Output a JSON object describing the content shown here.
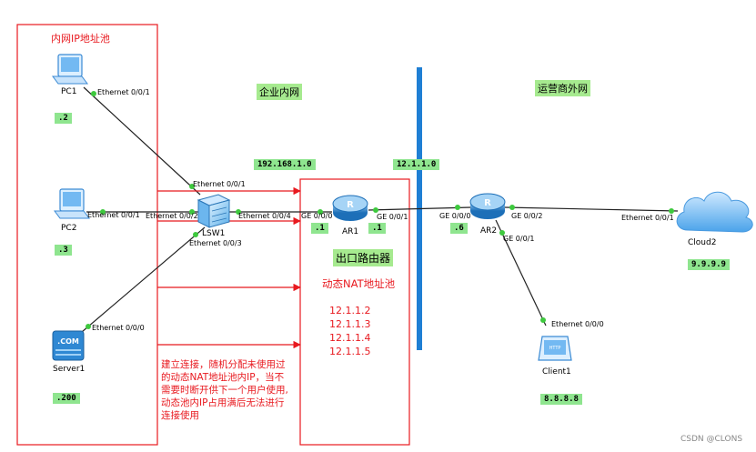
{
  "zones": {
    "inner_pool": "内网IP地址池",
    "enterprise": "企业内网",
    "isp": "运营商外网",
    "router_box": "出口路由器",
    "nat_pool_title": "动态NAT地址池"
  },
  "nat_pool_ips": [
    "12.1.1.2",
    "12.1.1.3",
    "12.1.1.4",
    "12.1.1.5"
  ],
  "note_lines": [
    "建立连接，随机分配未使用过",
    "的动态NAT地址池内IP，当不",
    "需要时断开供下一个用户使用,",
    "动态池内IP占用满后无法进行",
    "连接使用"
  ],
  "networks": {
    "lan": "192.168.1.0",
    "wan": "12.1.1.0"
  },
  "devices": {
    "pc1": {
      "name": "PC1",
      "ip": ".2"
    },
    "pc2": {
      "name": "PC2",
      "ip": ".3"
    },
    "server1": {
      "name": "Server1",
      "ip": ".200"
    },
    "lsw1": {
      "name": "LSW1"
    },
    "ar1": {
      "name": "AR1",
      "ip_left": ".1",
      "ip_right": ".1"
    },
    "ar2": {
      "name": "AR2",
      "ip": ".6"
    },
    "cloud2": {
      "name": "Cloud2",
      "ip": "9.9.9.9"
    },
    "client1": {
      "name": "Client1",
      "ip": "8.8.8.8"
    }
  },
  "ports": {
    "pc1": "Ethernet 0/0/1",
    "pc2": "Ethernet 0/0/1",
    "server1": "Ethernet 0/0/0",
    "lsw1_top": "Ethernet 0/0/1",
    "lsw1_left": "Ethernet 0/0/2",
    "lsw1_bottom": "Ethernet 0/0/3",
    "lsw1_right": "Ethernet 0/0/4",
    "ar1_left": "GE 0/0/0",
    "ar1_right": "GE 0/0/1",
    "ar2_left": "GE 0/0/0",
    "ar2_right": "GE 0/0/2",
    "ar2_bottom": "GE 0/0/1",
    "cloud2": "Ethernet 0/0/1",
    "client1": "Ethernet 0/0/0"
  },
  "router_glyph": "R",
  "server_glyph": ".COM",
  "client_glyph": "HTTP",
  "watermark": "CSDN @CLONS",
  "colors": {
    "annotation_red": "#e8191f",
    "label_green": "#8fe58f",
    "border_blue": "#1f7fd4",
    "link_dot": "#3ec93e",
    "device_blue": "#1d7fc9"
  }
}
